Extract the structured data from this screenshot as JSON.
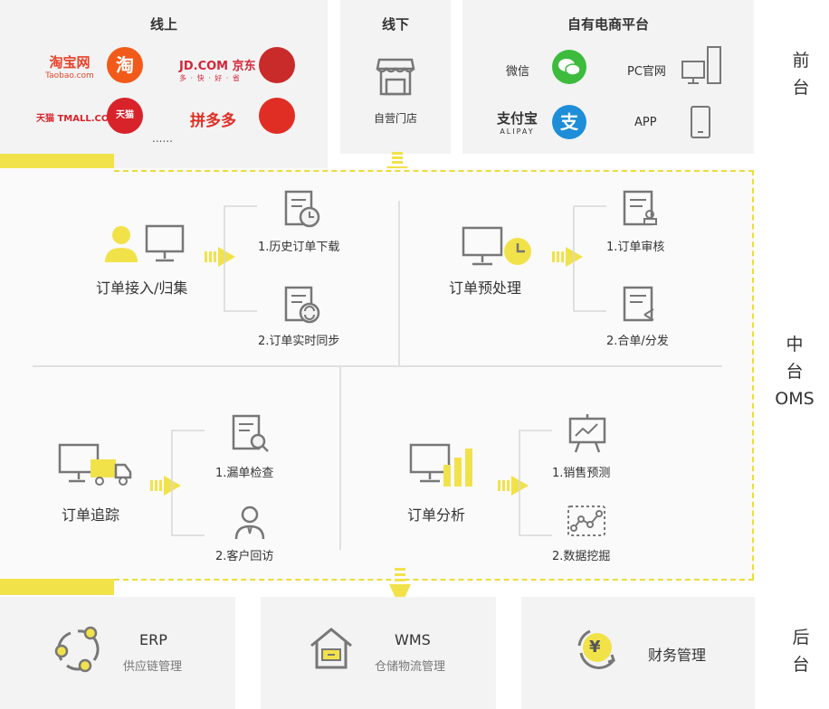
{
  "top": {
    "online": {
      "title": "线上",
      "taobao_cn": "淘宝网",
      "taobao_en": "Taobao.com",
      "taobao_badge": "淘",
      "jd": "JD.COM 京东",
      "jd_sub": "多 · 快 · 好 · 省",
      "tmall": "天猫 TMALL.COM",
      "tmall_badge": "天猫",
      "pdd": "拼多多",
      "more": "......"
    },
    "offline": {
      "title": "线下",
      "store": "自营门店"
    },
    "own": {
      "title": "自有电商平台",
      "wechat": "微信",
      "pc": "PC官网",
      "alipay": "支付宝",
      "alipay_en": "ALIPAY",
      "alipay_badge": "支",
      "app": "APP"
    }
  },
  "middle": {
    "q1": {
      "main": "订单接入/归集",
      "item1": "1.历史订单下载",
      "item2": "2.订单实时同步"
    },
    "q2": {
      "main": "订单预处理",
      "item1": "1.订单审核",
      "item2": "2.合单/分发"
    },
    "q3": {
      "main": "订单追踪",
      "item1": "1.漏单检查",
      "item2": "2.客户回访"
    },
    "q4": {
      "main": "订单分析",
      "item1": "1.销售预测",
      "item2": "2.数据挖掘"
    }
  },
  "bottom": {
    "erp": {
      "title": "ERP",
      "sub": "供应链管理"
    },
    "wms": {
      "title": "WMS",
      "sub": "仓储物流管理"
    },
    "fin": {
      "title": "财务管理",
      "badge": "¥"
    }
  },
  "side": {
    "front1": "前",
    "front2": "台",
    "mid1": "中",
    "mid2": "台",
    "mid3": "OMS",
    "back1": "后",
    "back2": "台"
  },
  "colors": {
    "accent": "#f2e24a",
    "panel": "#f3f3f3",
    "icon": "#777777"
  }
}
